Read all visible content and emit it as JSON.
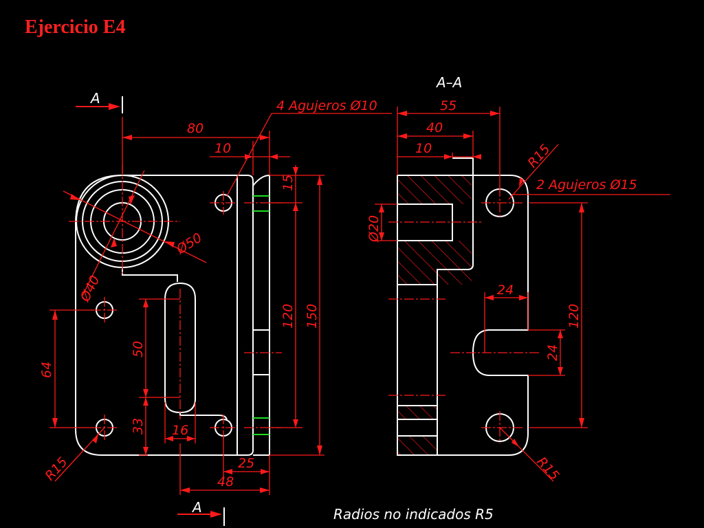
{
  "title": "Ejercicio E4",
  "colors": {
    "background": "#000000",
    "title": "#ff2020",
    "dimension": "#ff1a1a",
    "outline": "#ffffff",
    "hidden": "#22dd22"
  },
  "section_label": "A–A",
  "cut_marker_label": "A",
  "notes": {
    "holes_left": "4 Agujeros Ø10",
    "holes_right": "2 Agujeros Ø15",
    "radii": "Radios no indicados R5"
  },
  "dimensions_front": {
    "d80": "80",
    "d10": "10",
    "d15": "15",
    "d120": "120",
    "d150": "150",
    "d50": "50",
    "d33": "33",
    "d16": "16",
    "d25": "25",
    "d48": "48",
    "d64": "64",
    "r15": "R15",
    "phi40": "Ø40",
    "phi50": "Ø50"
  },
  "dimensions_section": {
    "d55": "55",
    "d40": "40",
    "d10": "10",
    "phi20": "Ø20",
    "r15_top": "R15",
    "d24_h": "24",
    "d24_v": "24",
    "d120": "120",
    "r15_bottom": "R15"
  }
}
